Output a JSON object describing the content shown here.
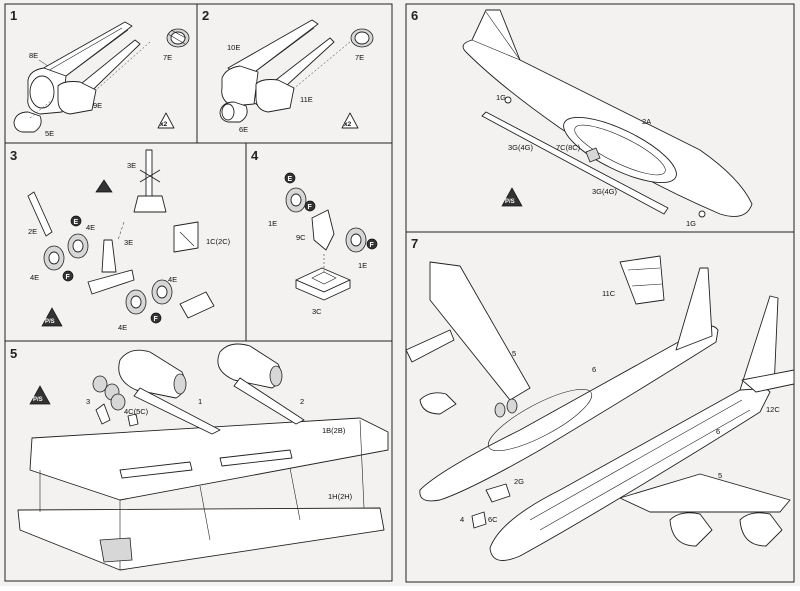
{
  "steps": [
    {
      "number": "1",
      "labels": {
        "a": "8E",
        "b": "7E",
        "c": "9E",
        "d": "5E"
      },
      "multiplier": "x2"
    },
    {
      "number": "2",
      "labels": {
        "a": "10E",
        "b": "7E",
        "c": "11E",
        "d": "6E"
      },
      "multiplier": "x2"
    },
    {
      "number": "3",
      "labels": {
        "a": "3E",
        "b": "2E",
        "c": "4E",
        "d": "3E",
        "e": "1C(2C)",
        "f": "4E",
        "g": "4E",
        "h": "4E"
      },
      "markers": {
        "e": "E",
        "f": "F",
        "ps": "P/S"
      }
    },
    {
      "number": "4",
      "labels": {
        "a": "1E",
        "b": "9C",
        "c": "1E",
        "d": "3C"
      },
      "markers": {
        "e": "E",
        "f": "F"
      }
    },
    {
      "number": "5",
      "labels": {
        "a": "3",
        "b": "1",
        "c": "2",
        "d": "4C(5C)",
        "e": "1B(2B)",
        "f": "1H(2H)"
      },
      "markers": {
        "ps": "P/S"
      }
    },
    {
      "number": "6",
      "labels": {
        "a": "1G",
        "b": "2A",
        "c": "3G(4G)",
        "d": "7C(8C)",
        "e": "3G(4G)",
        "f": "1G"
      },
      "markers": {
        "ps": "P/S"
      }
    },
    {
      "number": "7",
      "labels": {
        "a": "11C",
        "b": "5",
        "c": "6",
        "d": "12C",
        "e": "6",
        "f": "5",
        "g": "2G",
        "h": "4",
        "i": "6C"
      }
    }
  ]
}
